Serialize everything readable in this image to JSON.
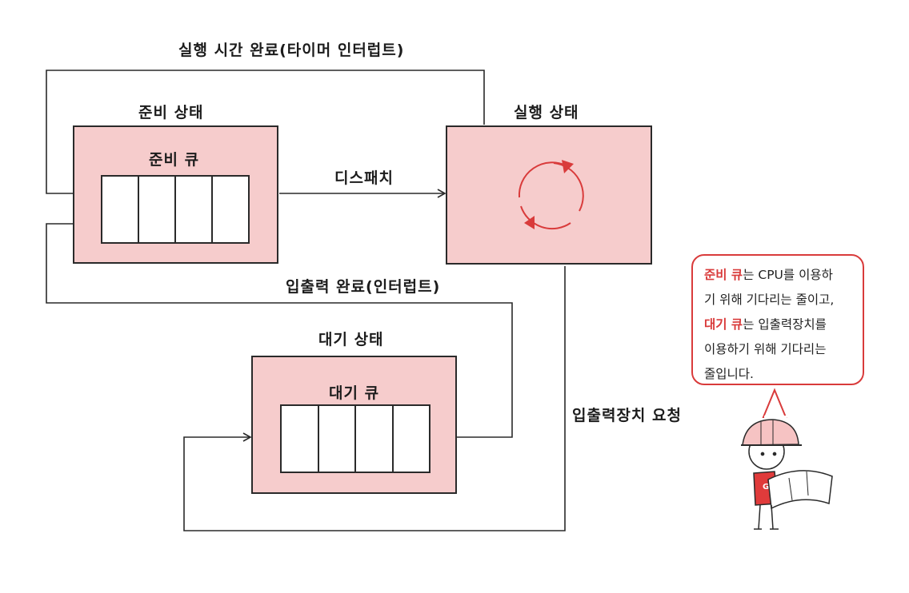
{
  "diagram": {
    "top_loop_label": "실행 시간 완료(타이머 인터럽트)",
    "ready_state_label": "준비 상태",
    "ready_queue_label": "준비 큐",
    "dispatch_label": "디스패치",
    "running_state_label": "실행 상태",
    "io_complete_label": "입출력 완료(인터럽트)",
    "wait_state_label": "대기 상태",
    "wait_queue_label": "대기 큐",
    "io_request_label": "입출력장치 요청",
    "ready_queue_slots": 4,
    "wait_queue_slots": 4
  },
  "bubble": {
    "lines": [
      {
        "highlight": "준비 큐",
        "text": "는 CPU를 이용하"
      },
      {
        "highlight": "",
        "text": "기 위해 기다리는 줄이고,"
      },
      {
        "highlight": "대기 큐",
        "text": "는 입출력장치를"
      },
      {
        "highlight": "",
        "text": "이용하기 위해 기다리는"
      },
      {
        "highlight": "",
        "text": "줄입니다."
      }
    ]
  },
  "colors": {
    "state_fill": "#f6cccc",
    "accent_red": "#d93b3b",
    "line": "#2a2a2a"
  },
  "icons": {
    "cycle": "cycle-arrows-icon",
    "character": "worker-character-icon"
  }
}
